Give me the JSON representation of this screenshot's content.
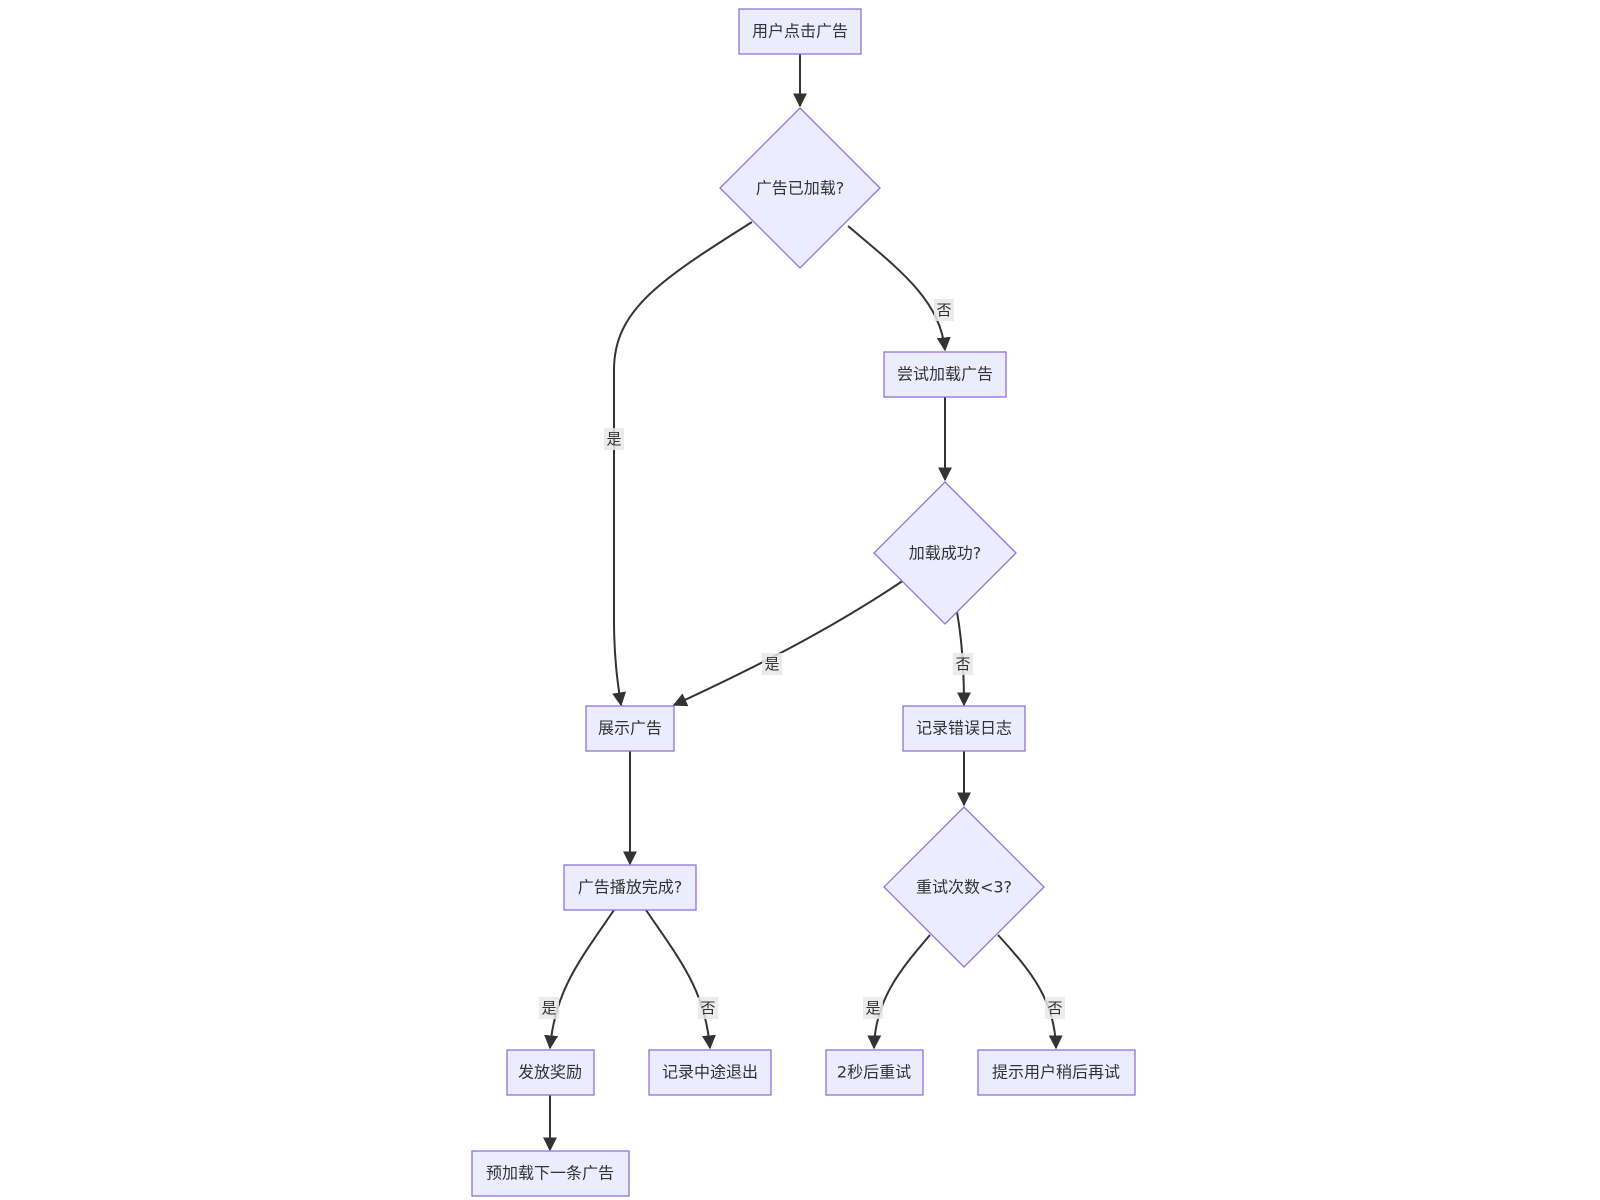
{
  "flowchart": {
    "nodes": {
      "user_click": "用户点击广告",
      "ad_loaded_q": "广告已加载?",
      "try_load": "尝试加载广告",
      "load_success_q": "加载成功?",
      "show_ad": "展示广告",
      "log_error": "记录错误日志",
      "ad_done_q": "广告播放完成?",
      "retry_count_q": "重试次数<3?",
      "give_reward": "发放奖励",
      "log_exit": "记录中途退出",
      "retry_2s": "2秒后重试",
      "prompt_user": "提示用户稍后再试",
      "preload_next": "预加载下一条广告"
    },
    "edge_labels": {
      "loaded_yes": "是",
      "loaded_no": "否",
      "success_yes": "是",
      "success_no": "否",
      "done_yes": "是",
      "done_no": "否",
      "retry_yes": "是",
      "retry_no": "否"
    }
  },
  "colors": {
    "node_fill": "#ececff",
    "node_stroke": "#9370db",
    "edge": "#333333",
    "text": "#333333"
  }
}
